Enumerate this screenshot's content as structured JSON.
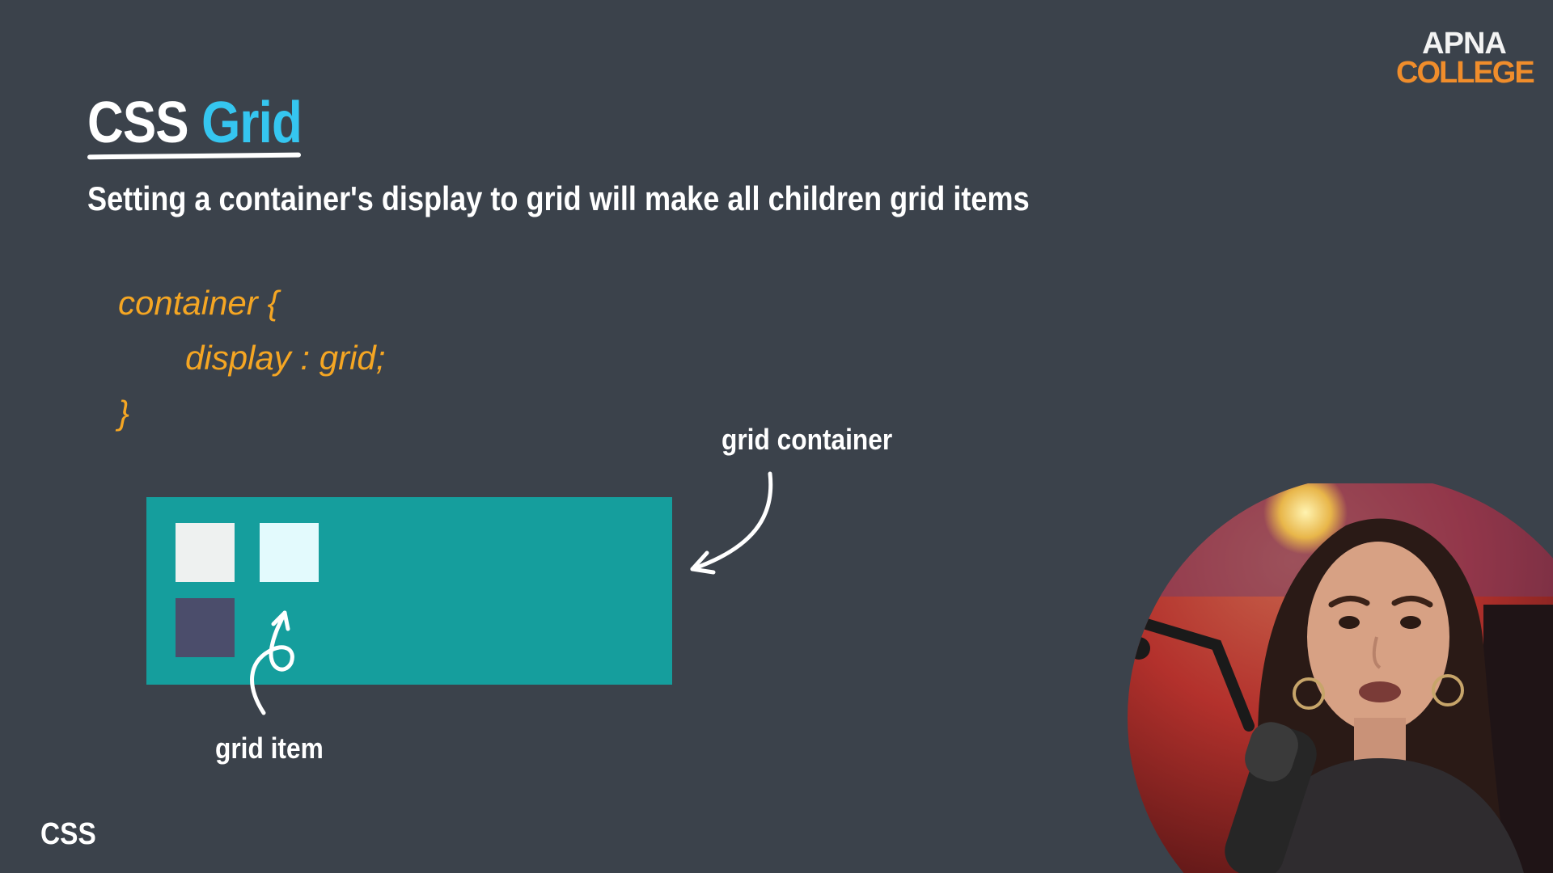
{
  "slide": {
    "title_word1": "CSS",
    "title_word2": "Grid",
    "subtitle": "Setting a container's display to grid will make all children grid items",
    "code": {
      "line1": "container {",
      "line2": "display : grid;",
      "line3": "}"
    },
    "diagram": {
      "container_label": "grid container",
      "item_label": "grid item",
      "container_color": "#159e9d",
      "item_colors": [
        "#eef1f0",
        "#e3fafd",
        "#4b4d6b"
      ]
    },
    "footer_tag": "CSS",
    "accent_color": "#35c6f0",
    "code_color": "#f5a623"
  },
  "logo": {
    "line1": "APNA",
    "line2": "COLLEGE"
  },
  "webcam": {
    "icon": "presenter-webcam-icon"
  }
}
